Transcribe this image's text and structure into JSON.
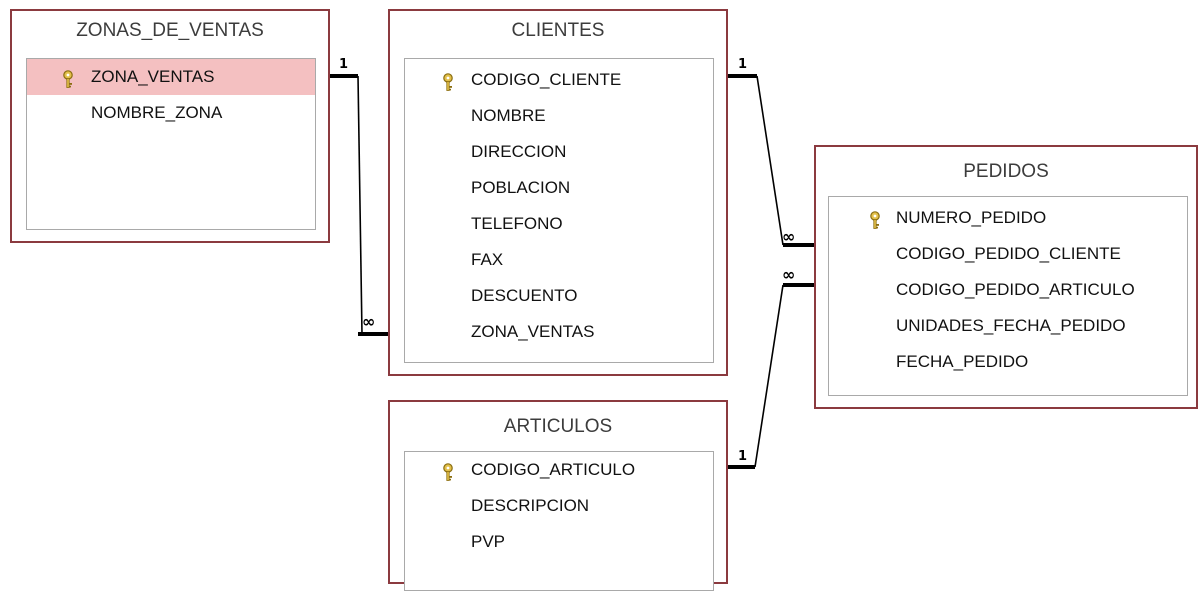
{
  "tables": {
    "zonas": {
      "title": "ZONAS_DE_VENTAS",
      "fields": [
        {
          "name": "ZONA_VENTAS",
          "key": true,
          "selected": true
        },
        {
          "name": "NOMBRE_ZONA",
          "key": false
        }
      ]
    },
    "clientes": {
      "title": "CLIENTES",
      "fields": [
        {
          "name": "CODIGO_CLIENTE",
          "key": true
        },
        {
          "name": "NOMBRE",
          "key": false
        },
        {
          "name": "DIRECCION",
          "key": false
        },
        {
          "name": "POBLACION",
          "key": false
        },
        {
          "name": "TELEFONO",
          "key": false
        },
        {
          "name": "FAX",
          "key": false
        },
        {
          "name": "DESCUENTO",
          "key": false
        },
        {
          "name": "ZONA_VENTAS",
          "key": false
        }
      ]
    },
    "pedidos": {
      "title": "PEDIDOS",
      "fields": [
        {
          "name": "NUMERO_PEDIDO",
          "key": true
        },
        {
          "name": "CODIGO_PEDIDO_CLIENTE",
          "key": false
        },
        {
          "name": "CODIGO_PEDIDO_ARTICULO",
          "key": false
        },
        {
          "name": "UNIDADES_FECHA_PEDIDO",
          "key": false
        },
        {
          "name": "FECHA_PEDIDO",
          "key": false
        }
      ]
    },
    "articulos": {
      "title": "ARTICULOS",
      "fields": [
        {
          "name": "CODIGO_ARTICULO",
          "key": true
        },
        {
          "name": "DESCRIPCION",
          "key": false
        },
        {
          "name": "PVP",
          "key": false
        }
      ]
    }
  },
  "relationships": {
    "zonas_clientes": {
      "one": "1",
      "many": "∞"
    },
    "clientes_pedidos": {
      "one": "1",
      "many": "∞"
    },
    "articulos_pedidos": {
      "one": "1",
      "many": "∞"
    }
  },
  "colors": {
    "table_border": "#8b3a3f",
    "selected_row": "#f4c0c1",
    "key_icon": "#c9a227"
  },
  "icons": {
    "key": "key-icon"
  }
}
